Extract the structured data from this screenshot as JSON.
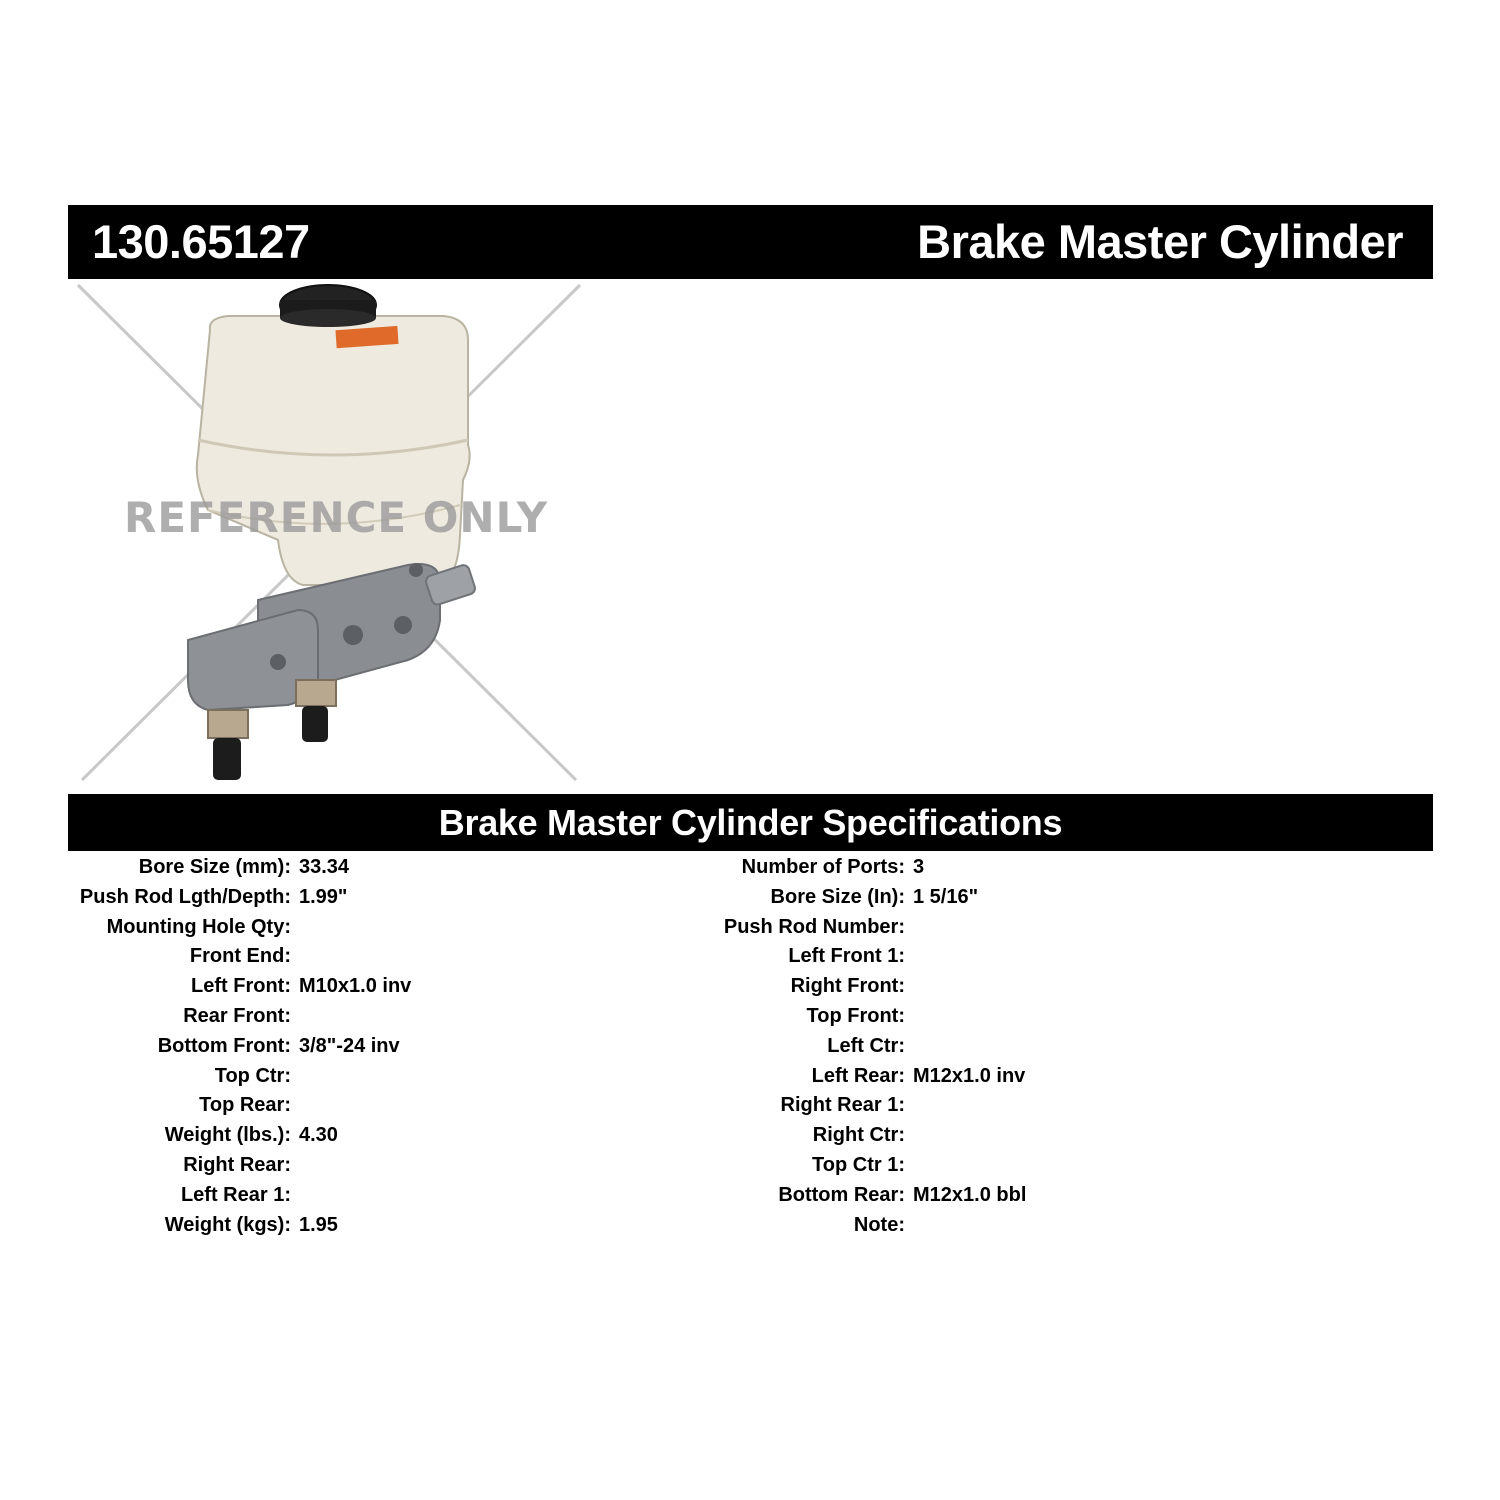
{
  "header": {
    "part_number": "130.65127",
    "product_name": "Brake Master Cylinder"
  },
  "image": {
    "watermark": "REFERENCE ONLY"
  },
  "specifications": {
    "title": "Brake Master Cylinder Specifications",
    "left": [
      {
        "label": "Bore Size (mm):",
        "value": "33.34"
      },
      {
        "label": "Push Rod Lgth/Depth:",
        "value": "1.99\""
      },
      {
        "label": "Mounting Hole Qty:",
        "value": ""
      },
      {
        "label": "Front End:",
        "value": ""
      },
      {
        "label": "Left Front:",
        "value": "M10x1.0 inv"
      },
      {
        "label": "Rear Front:",
        "value": ""
      },
      {
        "label": "Bottom Front:",
        "value": "3/8\"-24 inv"
      },
      {
        "label": "Top Ctr:",
        "value": ""
      },
      {
        "label": "Top Rear:",
        "value": ""
      },
      {
        "label": "Weight (lbs.):",
        "value": "4.30"
      },
      {
        "label": "Right Rear:",
        "value": ""
      },
      {
        "label": "Left Rear 1:",
        "value": ""
      },
      {
        "label": "Weight (kgs):",
        "value": "1.95"
      }
    ],
    "right": [
      {
        "label": "Number of Ports:",
        "value": "3"
      },
      {
        "label": "Bore Size (In):",
        "value": "1 5/16\""
      },
      {
        "label": "Push Rod Number:",
        "value": ""
      },
      {
        "label": "Left Front 1:",
        "value": ""
      },
      {
        "label": "Right Front:",
        "value": ""
      },
      {
        "label": "Top Front:",
        "value": ""
      },
      {
        "label": "Left Ctr:",
        "value": ""
      },
      {
        "label": "Left Rear:",
        "value": "M12x1.0 inv"
      },
      {
        "label": "Right Rear 1:",
        "value": ""
      },
      {
        "label": "Right Ctr:",
        "value": ""
      },
      {
        "label": "Top Ctr 1:",
        "value": ""
      },
      {
        "label": "Bottom Rear:",
        "value": "M12x1.0 bbl"
      },
      {
        "label": "Note:",
        "value": ""
      }
    ]
  }
}
